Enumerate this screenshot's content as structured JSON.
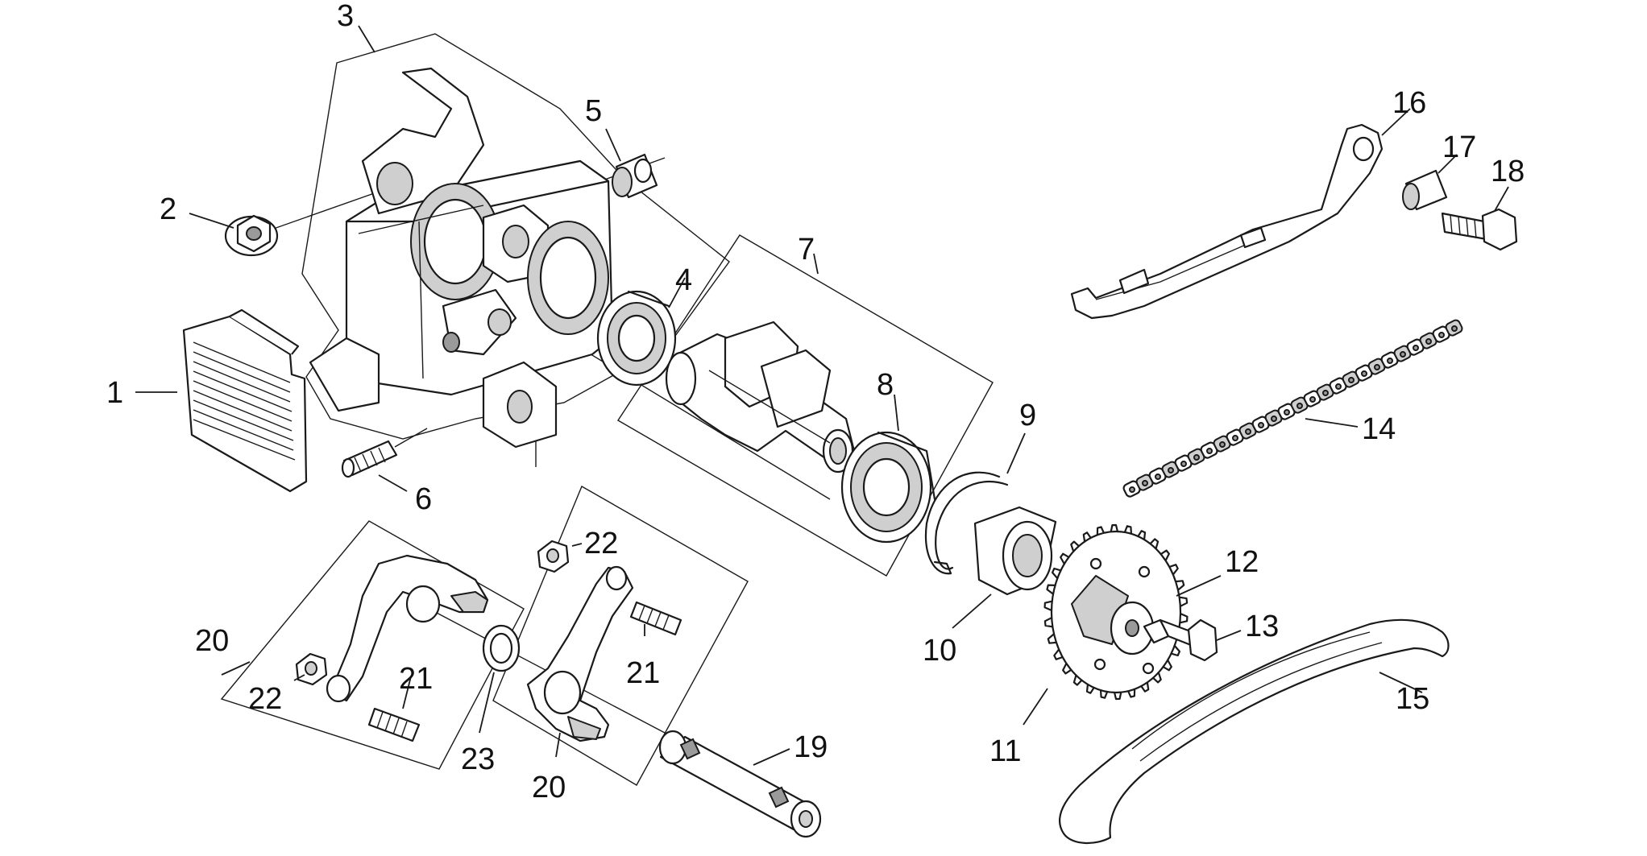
{
  "callouts": [
    {
      "id": "c1",
      "text": "1"
    },
    {
      "id": "c2",
      "text": "2"
    },
    {
      "id": "c3",
      "text": "3"
    },
    {
      "id": "c4",
      "text": "4"
    },
    {
      "id": "c5",
      "text": "5"
    },
    {
      "id": "c6",
      "text": "6"
    },
    {
      "id": "c7",
      "text": "7"
    },
    {
      "id": "c8",
      "text": "8"
    },
    {
      "id": "c9",
      "text": "9"
    },
    {
      "id": "c10",
      "text": "10"
    },
    {
      "id": "c11",
      "text": "11"
    },
    {
      "id": "c12",
      "text": "12"
    },
    {
      "id": "c13",
      "text": "13"
    },
    {
      "id": "c14",
      "text": "14"
    },
    {
      "id": "c15",
      "text": "15"
    },
    {
      "id": "c16",
      "text": "16"
    },
    {
      "id": "c17",
      "text": "17"
    },
    {
      "id": "c18",
      "text": "18"
    },
    {
      "id": "c19",
      "text": "19"
    },
    {
      "id": "c20a",
      "text": "20"
    },
    {
      "id": "c20b",
      "text": "20"
    },
    {
      "id": "c21a",
      "text": "21"
    },
    {
      "id": "c21b",
      "text": "21"
    },
    {
      "id": "c22a",
      "text": "22"
    },
    {
      "id": "c22b",
      "text": "22"
    },
    {
      "id": "c23",
      "text": "23"
    }
  ]
}
